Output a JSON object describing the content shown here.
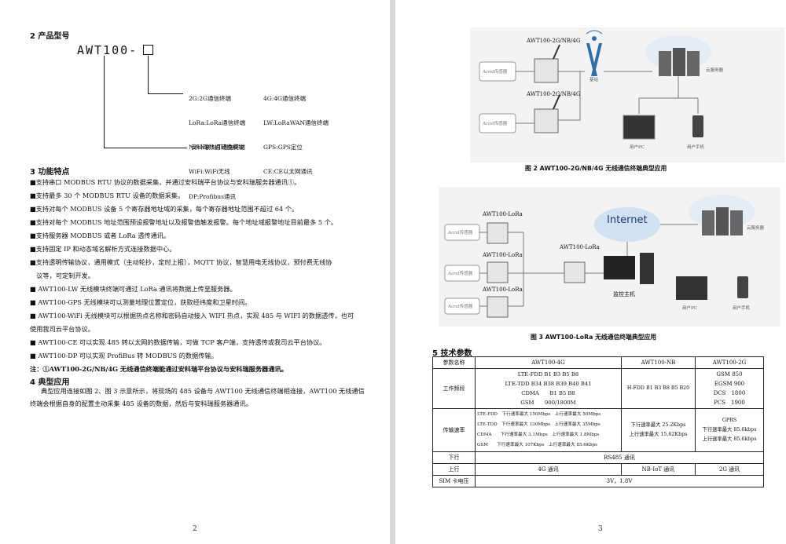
{
  "left_page": {
    "section2_title": "2 产品型号",
    "model_prefix": "AWT100-",
    "options_col1": [
      "2G:2G通信终端",
      "LoRa:LoRa通信终端",
      "NB:NB-IoT通信终端",
      "WiFi:WiFi无线",
      "DP:Profibus通讯"
    ],
    "options_col2": [
      "4G:4G通信终端",
      "LW:LoRaWAN通信终端",
      "GPS:GPS定位",
      "CE:CE以太网通讯"
    ],
    "model_caption": "安科瑞数据转换模块",
    "section3_title": "3 功能特点",
    "features": [
      "■支持串口 MODBUS RTU 协议的数据采集，并通过安科瑞平台协议与安科瑞服务器通讯①。",
      "■支持最多 30 个 MODBUS RTU 设备的数据采集。",
      "■支持对每个 MODBUS 设备 5 个寄存器地址域的采集，每个寄存器地址范围不超过 64 个。",
      "■支持对每个 MODBUS 地址范围预设报警地址以及报警值触发报警。每个地址域报警地址目前最多 5 个。",
      "■支持服务器 MODBUS 或者 LoRa 透传通讯。",
      "■支持固定 IP 和动态域名解析方式连接数据中心。",
      "■支持透明传输协议，通用模式（主动轮抄，定时上报），MQTT 协议，智慧用电无线协议，预付费无线协",
      "　议等，可定制开发。",
      "■ AWT100-LW 无线模块终端可通过 LoRa 通讯将数据上传至服务器。",
      "■ AWT100-GPS 无线模块可以测量地理位置定位，获取经纬度和卫星时间。",
      "■ AWT100-WiFi 无线模块可以根据热点名称和密码自动接入 WIFI 热点，实现 485 与 WIFI 的数据透传，也可",
      "使用我司云平台协议。",
      "■ AWT100-CE 可以实现 485 转以太网的数据传输，可做 TCP 客户端，支持透传或我司云平台协议。",
      "■ AWT100-DP 可以实现 ProfiBus 转 MODBUS 的数据传输。"
    ],
    "note": "注：①AWT100-2G/NB/4G 无线通信终端能通过安科瑞平台协议与安科瑞服务器通讯。",
    "section4_title": "4 典型应用",
    "section4_para": "典型应用连接如图 2、图 3 示意所示，将现场的 485 设备与 AWT100 无线通信终端相连接，AWT100 无线通信终端会根据自身的配置主动采集 485 设备的数据，然后与安科瑞服务器通讯。",
    "page_number": "2"
  },
  "right_page": {
    "fig2": {
      "device_label_1": "AWT100-2G/NB/4G",
      "device_label_2": "AWT100-2G/NB/4G",
      "sensor_1": "Acrel传感器",
      "sensor_2": "Acrel传感器",
      "tower": "基站",
      "cloud": "云服务器",
      "pc": "用户PC",
      "phone": "用户手机",
      "caption": "图 2 AWT100-2G/NB/4G 无线通信终端典型应用"
    },
    "fig3": {
      "device_1": "AWT100-LoRa",
      "device_2": "AWT100-LoRa",
      "device_3": "AWT100-LoRa",
      "gateway": "AWT100-LoRa",
      "sensor_1": "Acrel传感器",
      "sensor_2": "Acrel传感器",
      "sensor_3": "Acrel传感器",
      "internet": "Internet",
      "host": "监控主机",
      "cloud": "云服务器",
      "pc": "用户PC",
      "phone": "用户手机",
      "caption": "图 3 AWT100-LoRa 无线通信终端典型应用"
    },
    "section5_title": "5 技术参数",
    "table": {
      "h_param": "参数名称",
      "h_4g": "AWT100-4G",
      "h_nb": "AWT100-NB",
      "h_2g": "AWT100-2G",
      "r1_label": "工作频段",
      "r1_4g": [
        "LTE-FDD B1 B3 B5 B8",
        "LTE-TDD B34 B38 B39 B40 B41",
        "CDMA　　B1 B5 B8",
        "GSM　　900/1800M"
      ],
      "r1_nb": "H-FDD B1 B3 B8 B5 B20",
      "r1_2g": [
        "GSM 850",
        "EGSM 900",
        "DCS　1800",
        "PCS　1900"
      ],
      "r2_label": "传输速率",
      "r2_4g": [
        "LTE-FDD　下行速率最大 150Mbps　上行速率最大 50Mbps",
        "LTE-TDD　下行速率最大 130Mbps　上行速率最大 35Mbps",
        "CDMA　　下行速率最大 3.1Mbps　上行速率最大 1.8Mbps",
        "GSM　　下行速率最大 107Kbps　上行速率最大 85.6Kbps"
      ],
      "r2_nb": [
        "下行速率最大 25.2Kbps",
        "上行速率最大 15.62Kbps"
      ],
      "r2_2g": [
        "GPRS",
        "下行速率最大 85.6kbps",
        "上行速率最大 85.6kbps"
      ],
      "r3_label": "下行",
      "r3_val": "RS485 通讯",
      "r4_label": "上行",
      "r4_4g": "4G 通讯",
      "r4_nb": "NB-IoT 通讯",
      "r4_2g": "2G 通讯",
      "r5_label": "SIM 卡电压",
      "r5_val": "3V，1.8V"
    },
    "page_number": "3"
  }
}
